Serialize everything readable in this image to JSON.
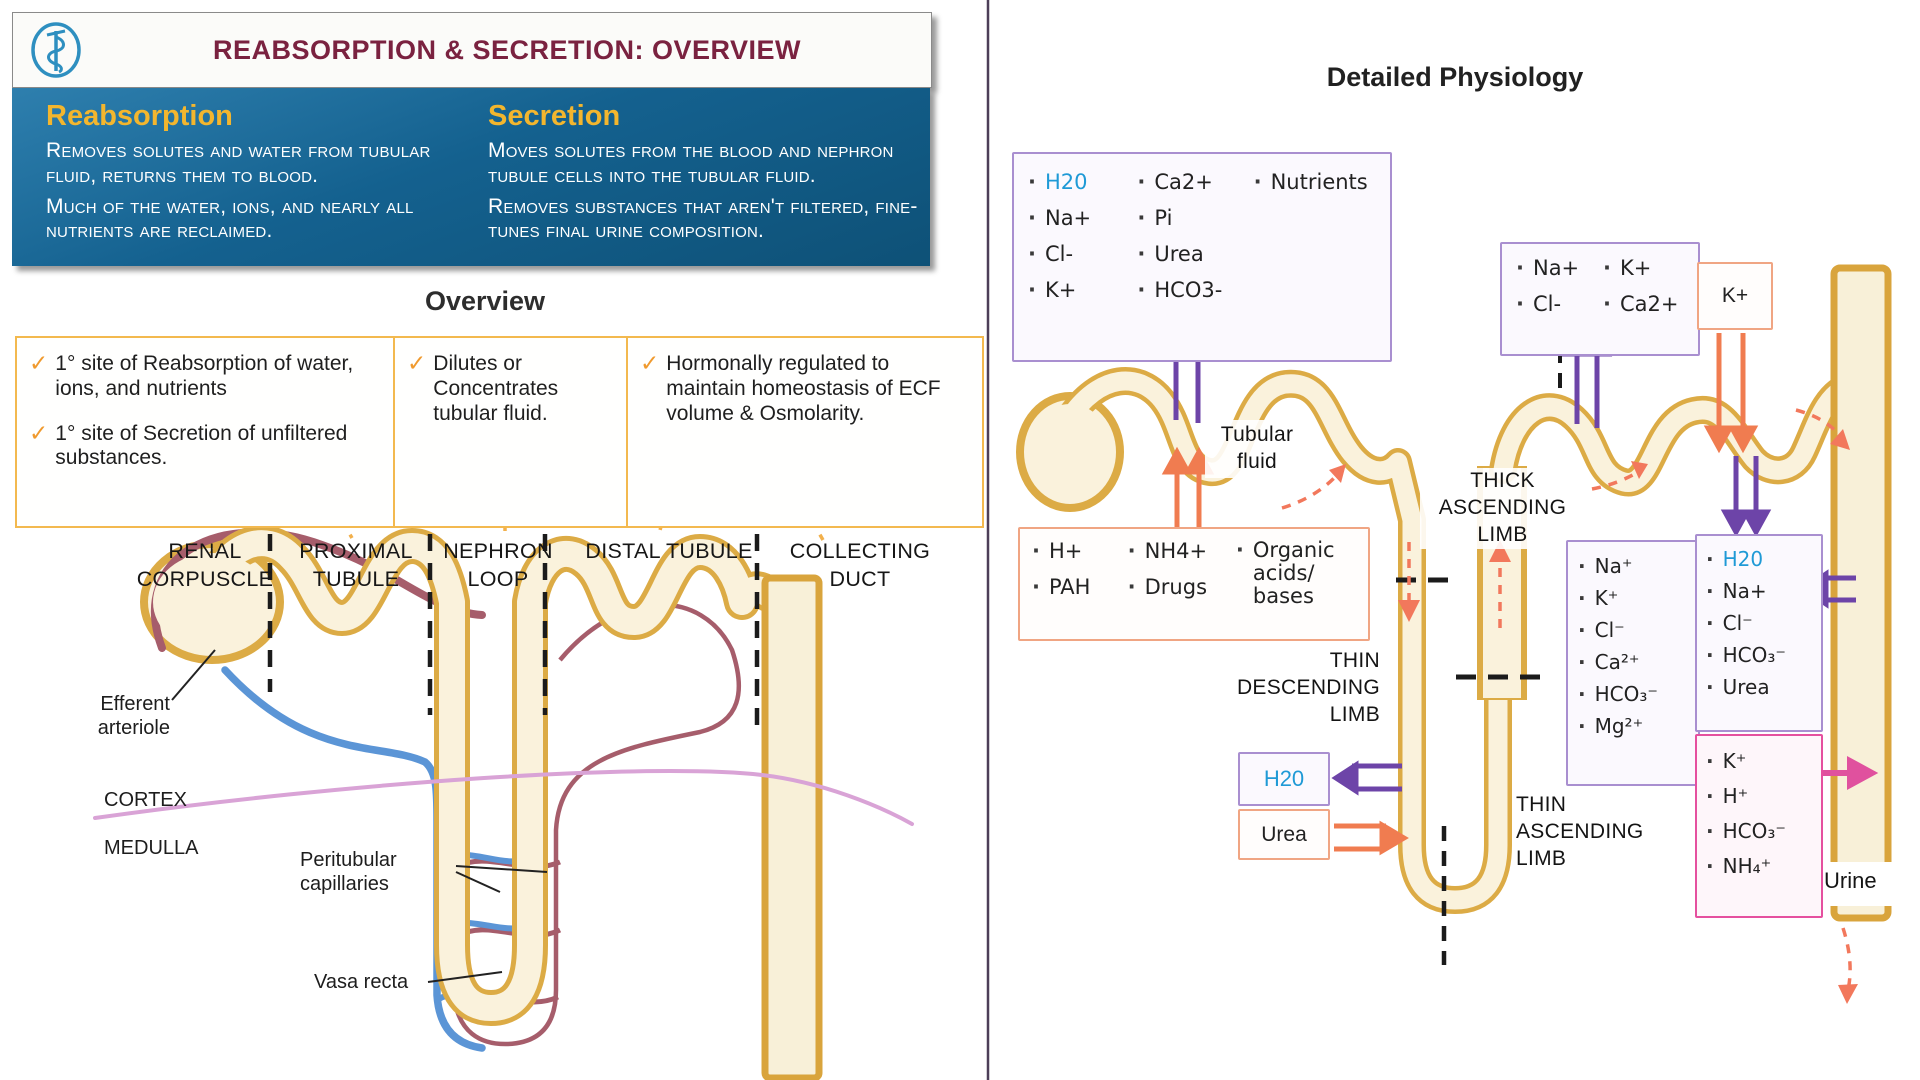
{
  "header": {
    "title": "REABSORPTION & SECRETION: OVERVIEW"
  },
  "intro": {
    "reabsorption_title": "Reabsorption",
    "reabsorption_p1": "Removes solutes and water from tubular fluid, returns them to blood.",
    "reabsorption_p2": "Much of the water, ions, and nearly all nutrients are reclaimed.",
    "secretion_title": "Secretion",
    "secretion_p1": "Moves solutes from the blood and nephron tubule cells into the tubular fluid.",
    "secretion_p2": "Removes substances that aren't filtered, fine-tunes final urine composition."
  },
  "overview": {
    "title": "Overview",
    "check_glyph": "✓",
    "card1_item1": "1° site of Reabsorption of water, ions, and nutrients",
    "card1_item2": "1° site of Secretion of unfiltered substances.",
    "card2_item1": "Dilutes or Concentrates tubular fluid.",
    "card3_item1": "Hormonally regulated to maintain homeostasis of ECF volume & Osmolarity.",
    "segments": [
      "RENAL CORPUSCLE",
      "PROXIMAL TUBULE",
      "NEPHRON LOOP",
      "DISTAL TUBULE",
      "COLLECTING DUCT"
    ],
    "labels": {
      "efferent": "Efferent arteriole",
      "cortex": "CORTEX",
      "medulla": "MEDULLA",
      "peritubular": "Peritubular capillaries",
      "vasa_recta": "Vasa recta"
    }
  },
  "detail": {
    "title": "Detailed Physiology",
    "tubular_fluid": "Tubular fluid",
    "urine": "Urine",
    "thick_ascending": "THICK ASCENDING LIMB",
    "thin_descending": "THIN DESCENDING LIMB",
    "thin_ascending": "THIN ASCENDING LIMB",
    "pct_reabsorbed": {
      "col1": [
        "H20",
        "Na+",
        "Cl-",
        "K+"
      ],
      "col2": [
        "Ca2+",
        "Pi",
        "Urea",
        "HCO3-"
      ],
      "col3": [
        "Nutrients"
      ]
    },
    "pct_secreted": {
      "col1": [
        "H+",
        "PAH"
      ],
      "col2": [
        "NH4+",
        "Drugs"
      ],
      "col3": [
        "Organic acids/ bases"
      ]
    },
    "dct_reabsorbed": {
      "col1": [
        "Na+",
        "Cl-"
      ],
      "col2": [
        "K+",
        "Ca2+"
      ]
    },
    "dct_secreted_k": "K+",
    "tal_reabsorbed": [
      "Na⁺",
      "K⁺",
      "Cl⁻",
      "Ca²⁺",
      "HCO₃⁻",
      "Mg²⁺"
    ],
    "cd_reabsorbed": [
      "H20",
      "Na+",
      "Cl⁻",
      "HCO₃⁻",
      "Urea"
    ],
    "cd_secreted": [
      "K⁺",
      "H⁺",
      "HCO₃⁻",
      "NH₄⁺"
    ],
    "tdl_water": "H20",
    "tdl_urea": "Urea"
  },
  "colors": {
    "tubule_gold": "#dcab45",
    "tubule_fill": "#faf2dc",
    "arrow_purple": "#6d44a8",
    "arrow_orange": "#f07c50",
    "arrow_pink": "#e0519e",
    "flow_red": "#f2785c",
    "water_blue": "#1f9ad6",
    "title_maroon": "#7a2240",
    "panel_blue": "#14618f",
    "capillary_blue": "#5b95d6",
    "capillary_maroon": "#a65d6b",
    "cortex_line_pink": "#d9a3d6"
  }
}
